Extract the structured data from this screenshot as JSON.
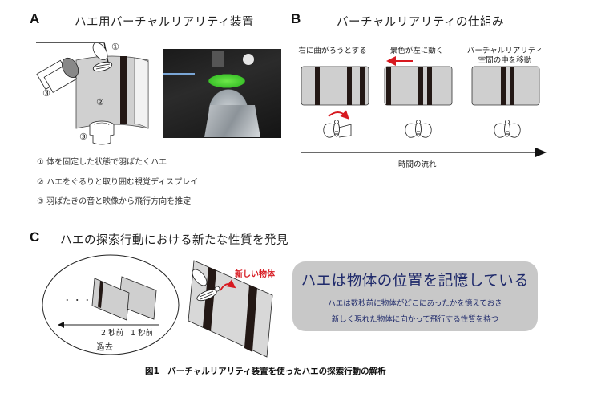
{
  "panel_a": {
    "letter": "A",
    "title": "ハエ用バーチャルリアリティ装置",
    "markers": [
      "①",
      "②",
      "③",
      "③"
    ],
    "legend": [
      "① 体を固定した状態で羽ばたくハエ",
      "② ハエをぐるりと取り囲む視覚ディスプレイ",
      "③ 羽ばたきの音と映像から飛行方向を推定"
    ],
    "photo_icon": "vr-apparatus-photo"
  },
  "panel_b": {
    "letter": "B",
    "title": "バーチャルリアリティの仕組み",
    "steps": [
      {
        "label_lines": [
          "右に曲がろうとする"
        ]
      },
      {
        "label_lines": [
          "景色が左に動く"
        ]
      },
      {
        "label_lines": [
          "バーチャルリアリティ",
          "空間の中を移動"
        ]
      }
    ],
    "timeline_label": "時間の流れ"
  },
  "panel_c": {
    "letter": "C",
    "title": "ハエの探索行動における新たな性質を発見",
    "ellipsis": "・・・",
    "time_labels": [
      "2 秒前",
      "1 秒前"
    ],
    "past_label": "過去",
    "new_object_label": "新しい物体",
    "callout": {
      "title": "ハエは物体の位置を記憶している",
      "lines": [
        "ハエは数秒前に物体がどこにあったかを憶えておき",
        "新しく現れた物体に向かって飛行する性質を持つ"
      ]
    }
  },
  "caption": "図1　バーチャルリアリティ装置を使ったハエの探索行動の解析",
  "colors": {
    "accent_red": "#d71920",
    "callout_text": "#1f2a6b",
    "panel_gray": "#cfcfcf",
    "stripe": "#231815",
    "callout_bg": "#c8c8c8"
  }
}
